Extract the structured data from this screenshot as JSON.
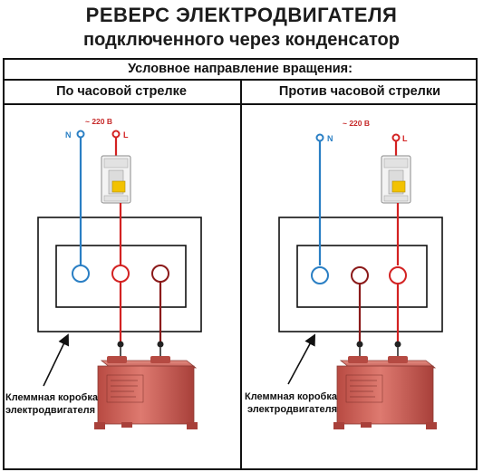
{
  "title": {
    "line1": "РЕВЕРС ЭЛЕКТРОДВИГАТЕЛЯ",
    "line2": "подключенного через конденсатор"
  },
  "header": "Условное направление вращения:",
  "columns": [
    {
      "label": "По часовой стрелке",
      "voltage": "~ 220 В",
      "neutral": "N",
      "line": "L",
      "box_label_1": "Клеммная коробка",
      "box_label_2": "электродвигателя"
    },
    {
      "label": "Против часовой стрелки",
      "voltage": "~ 220 В",
      "neutral": "N",
      "line": "L",
      "box_label_1": "Клеммная коробка",
      "box_label_2": "электродвигателя"
    }
  ],
  "colors": {
    "neutral_wire": "#2a7fc4",
    "line_wire": "#d32222",
    "capacitor_wire": "#8b1a1a",
    "capacitor_body": "#d0635a",
    "breaker_lever": "#f2c200"
  }
}
